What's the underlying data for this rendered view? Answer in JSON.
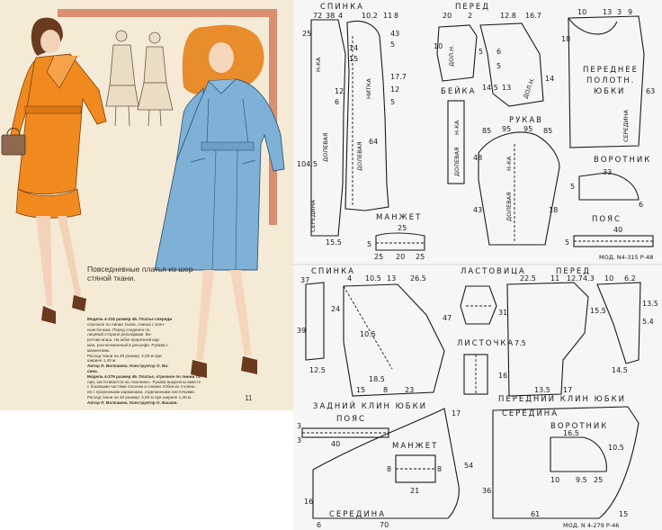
{
  "magazine": {
    "caption_title_line1": "Повседневные платья из шер-",
    "caption_title_line2": "стяной ткани.",
    "caption_lines": [
      {
        "text": "Модель 4-315 размер 48. Платье спереди",
        "bold": true
      },
      {
        "text": "отрезное по линии талии, спинка с втач-",
        "bold": false
      },
      {
        "text": "ным бочком. Перед соединен по",
        "bold": false
      },
      {
        "text": "лицевой стороне рельефами. Во-",
        "bold": false
      },
      {
        "text": "ротник-апаш. На юбке прорезной кар-",
        "bold": false
      },
      {
        "text": "ман, расположенный в рельефе. Рукава с",
        "bold": false
      },
      {
        "text": "манжетами.",
        "bold": false
      },
      {
        "text": "Расход ткани на 48 размер: 2,00 м при",
        "bold": false
      },
      {
        "text": "ширине 1,40 м.",
        "bold": false
      },
      {
        "text": "Автор Л. Волошина. Конструктор О. Ва-",
        "bold": true
      },
      {
        "text": "сина.",
        "bold": true
      },
      {
        "text": "Модель 4-279 размер 46. Платье, отрезное по линии та-",
        "bold": true
      },
      {
        "text": "лии, застегивается на «молнию». Рукава выкроены вместе",
        "bold": false
      },
      {
        "text": "с боковыми частями полочки и спинки. Юбка из 4 клинь-",
        "bold": false
      },
      {
        "text": "ев с прорезными карманами, отделанными листочками.",
        "bold": false
      },
      {
        "text": "Расход ткани на 46 размер: 2,50 м при ширине 1,40 м.",
        "bold": false
      },
      {
        "text": "Автор Л. Волошина. Конструктор О. Васкин.",
        "bold": true
      }
    ],
    "page_number": "11"
  },
  "pattern": {
    "top": {
      "label_spinka": "СПИНКА",
      "label_pered": "ПЕРЕД",
      "label_beika": "БЕЙКА",
      "label_rukav": "РУКАВ",
      "label_manzhet": "МАНЖЕТ",
      "label_vorotnik": "ВОРОТНИК",
      "label_poyas": "ПОЯС",
      "label_front_skirt_1": "ПЕРЕДНЕЕ",
      "label_front_skirt_2": "ПОЛОТН.",
      "label_front_skirt_3": "ЮБКИ",
      "model_label": "МОД. N4-315 Р-48",
      "grain_dolevaya": "ДОЛЕВАЯ",
      "grain_nitka": "НИТКА",
      "seredina": "СЕРЕДИНА",
      "nitka_short": "Н-КА",
      "dol_n": "ДОЛ.Н.",
      "nums_spinka": [
        "72",
        "38",
        "4",
        "10.2",
        "11",
        "8",
        "25",
        "14",
        "15",
        "43",
        "5",
        "12",
        "6",
        "17.7",
        "12",
        "5",
        "104.5",
        "64",
        "15.5"
      ],
      "nums_pered": [
        "20",
        "2",
        "12.8",
        "16.7",
        "10",
        "5",
        "6",
        "5",
        "14.5",
        "13",
        "14"
      ],
      "nums_rukav": [
        "85",
        "95",
        "95",
        "85",
        "48",
        "43",
        "18"
      ],
      "nums_manzhet": [
        "25",
        "5",
        "25",
        "20",
        "25"
      ],
      "nums_skirt": [
        "10",
        "13",
        "3",
        "9",
        "18",
        "63"
      ],
      "nums_collar": [
        "33",
        "5",
        "6"
      ],
      "nums_belt": [
        "40",
        "5"
      ]
    },
    "bottom": {
      "label_spinka": "СПИНКА",
      "label_lastovitsa": "ЛАСТОВИЦА",
      "label_pered": "ПЕРЕД",
      "label_listochka": "ЛИСТОЧКА",
      "label_back_skirt": "ЗАДНИЙ КЛИН ЮБКИ",
      "label_front_skirt": "ПЕРЕДНИЙ КЛИН ЮБКИ",
      "label_poyas": "ПОЯС",
      "label_manzhet": "МАНЖЕТ",
      "label_vorotnik": "ВОРОТНИК",
      "label_seredina": "СЕРЕДИНА",
      "model_label": "МОД. N 4-279 Р-46",
      "nums_spinka": [
        "37",
        "39",
        "12.5",
        "4",
        "24",
        "10.5",
        "13",
        "26.5",
        "47",
        "10.5",
        "18.5",
        "23",
        "15",
        "8"
      ],
      "nums_pered": [
        "22.5",
        "11",
        "12.7",
        "4.3",
        "31",
        "7.5",
        "13.5",
        "17",
        "16",
        "10",
        "6.2",
        "15.5",
        "13.5",
        "5.4",
        "14.5"
      ],
      "nums_skirt_back": [
        "17",
        "54",
        "6",
        "16",
        "70"
      ],
      "nums_skirt_front": [
        "36",
        "61",
        "15",
        "16.5",
        "10.5",
        "10",
        "9.5",
        "25"
      ],
      "nums_manzhet": [
        "8",
        "21",
        "8"
      ],
      "nums_poyas": [
        "40",
        "3",
        "3"
      ]
    }
  }
}
